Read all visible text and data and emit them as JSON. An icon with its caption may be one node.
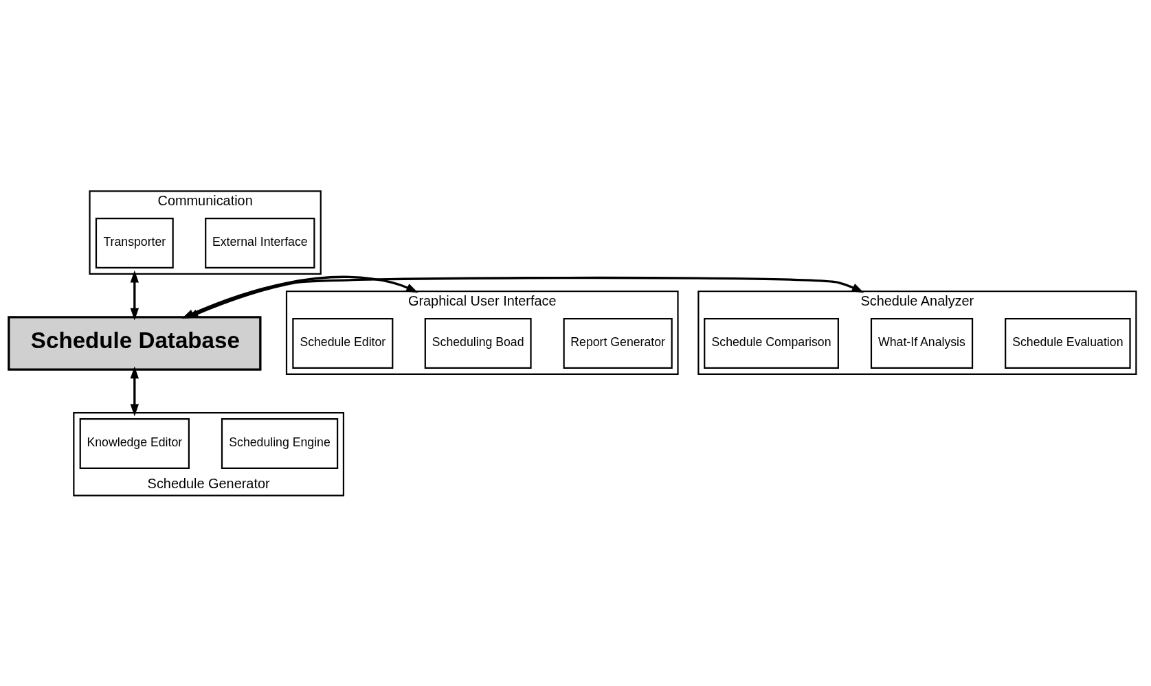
{
  "diagram": {
    "nodes": [
      {
        "text": [
          "Communication"
        ]
      },
      {
        "text": [
          "External Interface"
        ],
        "in": 0
      },
      {
        "text": [
          "Transporter"
        ],
        "in": 0
      },
      {
        "text": [
          "Graphical User Interface"
        ]
      },
      {
        "text": [
          "Report Generator"
        ],
        "in": 3
      },
      {
        "text": [
          "Scheduling Boad"
        ],
        "in": 3
      },
      {
        "text": [
          "Schedule Editor"
        ],
        "in": 3
      },
      {
        "text": [
          "Schedule Database"
        ]
      },
      {
        "text": [
          "Schedule Analyzer"
        ]
      },
      {
        "text": [
          "Schedule Evaluation"
        ],
        "in": 8
      },
      {
        "text": [
          "What-If Analysis"
        ],
        "in": 8
      },
      {
        "text": [
          "Schedule Comparison"
        ],
        "in": 8
      },
      {
        "text": [
          "Schedule Generator"
        ]
      },
      {
        "text": [
          "Scheduling Engine"
        ],
        "in": 12
      },
      {
        "text": [
          "Knowledge Editor"
        ],
        "in": 12
      }
    ],
    "edges": [
      {
        "from": 0,
        "to": 7,
        "arrow": "both"
      },
      {
        "from": 3,
        "to": 7,
        "arrow": "both"
      },
      {
        "from": 7,
        "to": 8,
        "arrow": "both"
      },
      {
        "from": 7,
        "to": 12,
        "arrow": "both"
      }
    ]
  }
}
